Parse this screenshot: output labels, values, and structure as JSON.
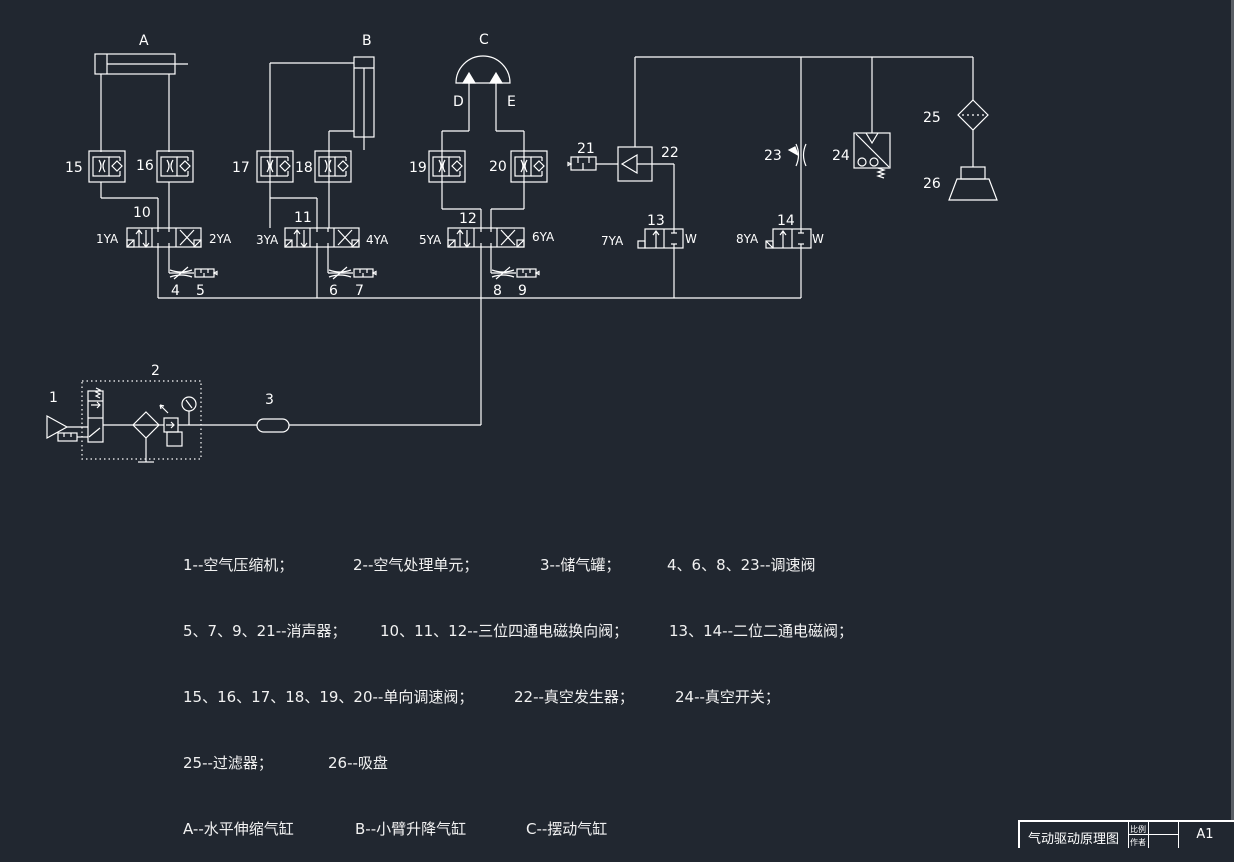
{
  "drawing": {
    "cylinders": [
      {
        "id": "A",
        "label": "A"
      },
      {
        "id": "B",
        "label": "B"
      },
      {
        "id": "C",
        "label": "C",
        "port_left": "D",
        "port_right": "E"
      }
    ],
    "flow_control_valves": [
      "15",
      "16",
      "17",
      "18",
      "19",
      "20"
    ],
    "directional_valves": [
      {
        "id": "10",
        "left_coil": "1YA",
        "right_coil": "2YA"
      },
      {
        "id": "11",
        "left_coil": "3YA",
        "right_coil": "4YA"
      },
      {
        "id": "12",
        "left_coil": "5YA",
        "right_coil": "6YA"
      },
      {
        "id": "13",
        "left_coil": "7YA",
        "right_coil": "W"
      },
      {
        "id": "14",
        "left_coil": "8YA",
        "right_coil": "W"
      }
    ],
    "throttles": [
      "4",
      "6",
      "8",
      "23"
    ],
    "silencers": [
      "5",
      "7",
      "9",
      "21"
    ],
    "vacuum_generator": "22",
    "vacuum_switch": "24",
    "filter": "25",
    "suction_cup": "26",
    "compressor": "1",
    "air_treatment_unit": "2",
    "air_tank": "3",
    "spring_mark": "W"
  },
  "legend": {
    "rows": [
      [
        "1--空气压缩机；",
        "2--空气处理单元；",
        "3--储气罐；",
        "4、6、8、23--调速阀"
      ],
      [
        "5、7、9、21--消声器；",
        "10、11、12--三位四通电磁换向阀；",
        "13、14--二位二通电磁阀；"
      ],
      [
        "15、16、17、18、19、20--单向调速阀；",
        "22--真空发生器；",
        "24--真空开关；"
      ],
      [
        "25--过滤器；",
        "26--吸盘"
      ],
      [
        "A--水平伸缩气缸",
        "B--小臂升降气缸",
        "C--摆动气缸"
      ]
    ]
  },
  "title_block": {
    "title": "气动驱动原理图",
    "scale_label": "比例",
    "author_label": "作者",
    "sheet": "A1"
  }
}
